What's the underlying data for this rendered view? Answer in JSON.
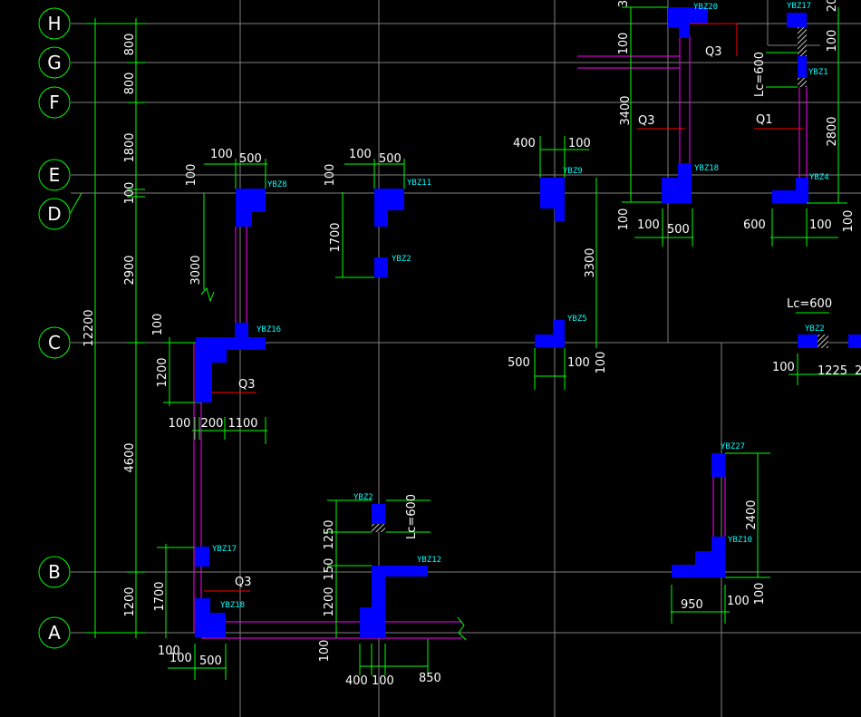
{
  "axes": [
    "H",
    "G",
    "F",
    "E",
    "D",
    "C",
    "B",
    "A"
  ],
  "dims": {
    "d800a": "800",
    "d800b": "800",
    "d1800": "1800",
    "d100left": "100",
    "d2900": "2900",
    "d12200": "12200",
    "d4600": "4600",
    "d1200left": "1200",
    "d1700left": "1700",
    "d1200c": "1200",
    "d100c": "100",
    "d100_200": "100",
    "d200": "200",
    "d1100": "1100",
    "d3000": "3000",
    "d100e1": "100",
    "d500e1": "500",
    "d100e2": "100",
    "d100e3": "100",
    "d500e2": "500",
    "d1700mid": "1700",
    "d400a": "400",
    "d100e4": "100",
    "d3300": "3300",
    "d500c": "500",
    "d100c2": "100",
    "d100c3": "100",
    "d3400": "3400",
    "d100top": "100",
    "d100r1": "100",
    "d500r": "500",
    "d600r": "600",
    "d100r2": "100",
    "d2800": "2800",
    "d100r3": "100",
    "d100r4": "100",
    "d1225": "1225",
    "d2": "2",
    "d100r5": "100",
    "d1250": "1250",
    "d150": "150",
    "d1200b": "1200",
    "d100b": "100",
    "d400b": "400",
    "d100b2": "100",
    "d850": "850",
    "d100a1": "100",
    "d100a2": "100",
    "d500a": "500",
    "d2400": "2400",
    "d950": "950",
    "d100br": "100",
    "d100br2": "100",
    "d3top": "3",
    "d20top": "20"
  },
  "labels": {
    "ybz8": "YBZ8",
    "ybz11": "YBZ11",
    "ybz9": "YBZ9",
    "ybz20": "YBZ20",
    "ybz17top": "YBZ17",
    "ybz1": "YBZ1",
    "ybz18top": "YBZ18",
    "ybz4": "YBZ4",
    "ybz2mid": "YBZ2",
    "ybz5": "YBZ5",
    "ybz16": "YBZ16",
    "ybz2right": "YBZ2",
    "ybz2bottom": "YBZ2",
    "ybz12": "YBZ12",
    "ybz27": "YBZ27",
    "ybz10": "YBZ10",
    "ybz17left": "YBZ17",
    "ybz18bottom": "YBZ18",
    "q3top": "Q3",
    "q3top2": "Q3",
    "q1": "Q1",
    "q3left": "Q3",
    "q3bottom": "Q3",
    "lc600a": "Lc=600",
    "lc600b": "Lc=600",
    "lc600c": "Lc=600"
  },
  "colors": {
    "axis": "#00ff00",
    "wall": "#0000ff",
    "grid": "#7f7f7f",
    "dimension": "#00ff00",
    "line": "#ff00ff",
    "tag": "#00ffff"
  }
}
